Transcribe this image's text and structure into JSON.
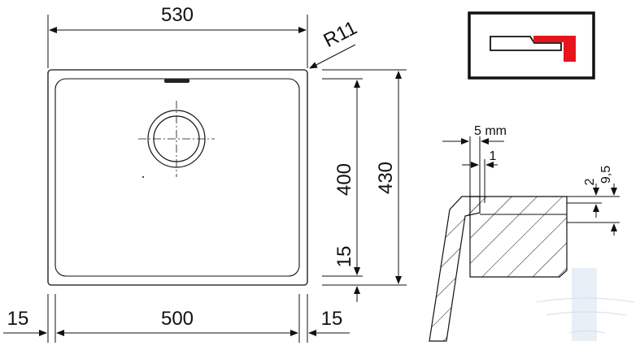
{
  "diagram": {
    "top_width": "530",
    "corner_radius": "R11",
    "height_inner": "400",
    "height_outer": "430",
    "bottom_flange": "15",
    "left_margin": "15",
    "bottom_width": "500",
    "right_margin": "15",
    "gap_label": "5 mm",
    "lip_label": "1",
    "step_label": "2",
    "thickness_label": "9,5"
  },
  "colors": {
    "line": "#111111",
    "accent_red": "#e8141b",
    "watermark": "#9fb6d6"
  }
}
